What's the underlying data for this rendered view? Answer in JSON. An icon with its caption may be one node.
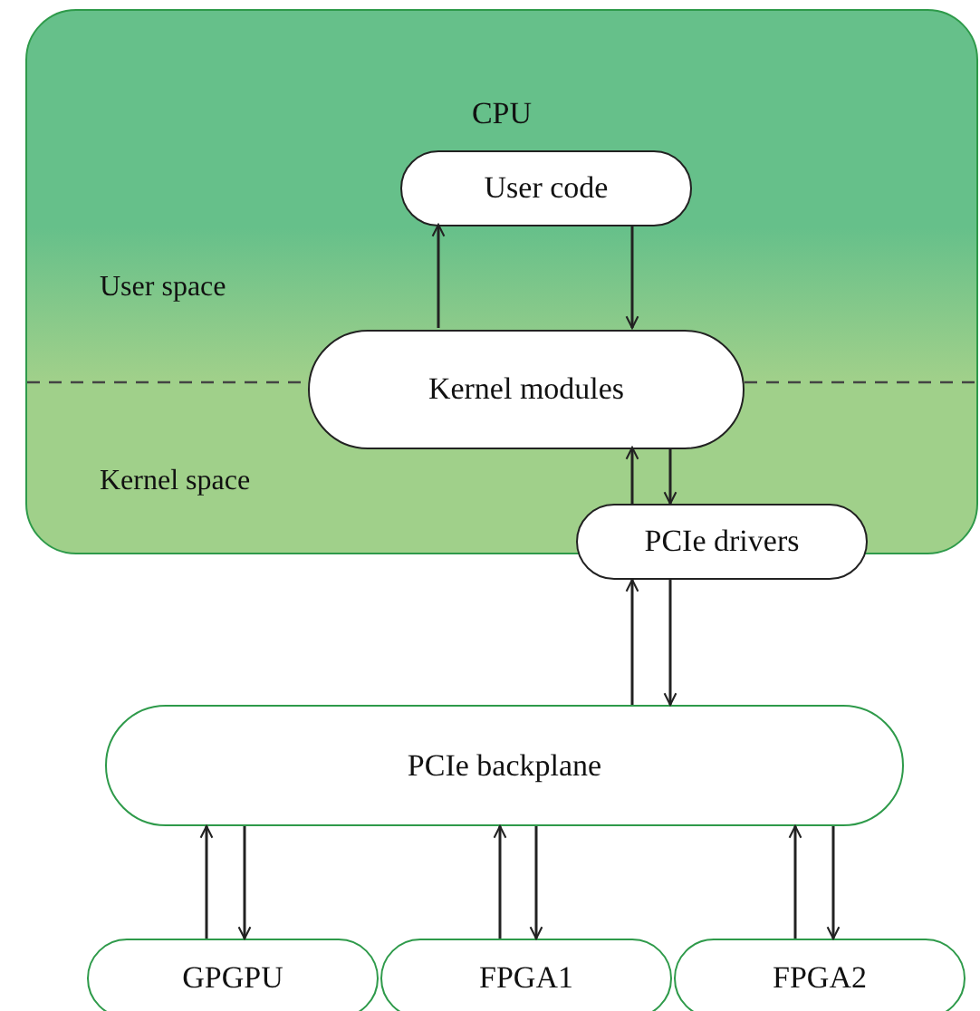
{
  "diagram": {
    "nodes": [
      {
        "text": [
          "CPU"
        ]
      },
      {
        "text": [
          "User code"
        ],
        "in": 0
      },
      {
        "text": [
          "Kernel modules"
        ],
        "in": 0
      },
      {
        "text": [
          "PCIe drivers"
        ]
      },
      {
        "text": [
          "PCIe backplane"
        ]
      },
      {
        "text": [
          "GPGPU"
        ]
      },
      {
        "text": [
          "FPGA1"
        ]
      },
      {
        "text": [
          "FPGA2"
        ]
      }
    ],
    "edges": [
      {
        "from": 2,
        "to": 1,
        "arrow": "to"
      },
      {
        "from": 1,
        "to": 2,
        "arrow": "to"
      },
      {
        "from": 3,
        "to": 2,
        "arrow": "to"
      },
      {
        "from": 2,
        "to": 3,
        "arrow": "to"
      },
      {
        "from": 4,
        "to": 3,
        "arrow": "to"
      },
      {
        "from": 3,
        "to": 4,
        "arrow": "to"
      },
      {
        "from": 5,
        "to": 4,
        "arrow": "to"
      },
      {
        "from": 4,
        "to": 5,
        "arrow": "to"
      },
      {
        "from": 6,
        "to": 4,
        "arrow": "to"
      },
      {
        "from": 4,
        "to": 6,
        "arrow": "to"
      },
      {
        "from": 7,
        "to": 4,
        "arrow": "to"
      },
      {
        "from": 4,
        "to": 7,
        "arrow": "to"
      }
    ],
    "labels": [
      "User space",
      "Kernel space"
    ]
  }
}
